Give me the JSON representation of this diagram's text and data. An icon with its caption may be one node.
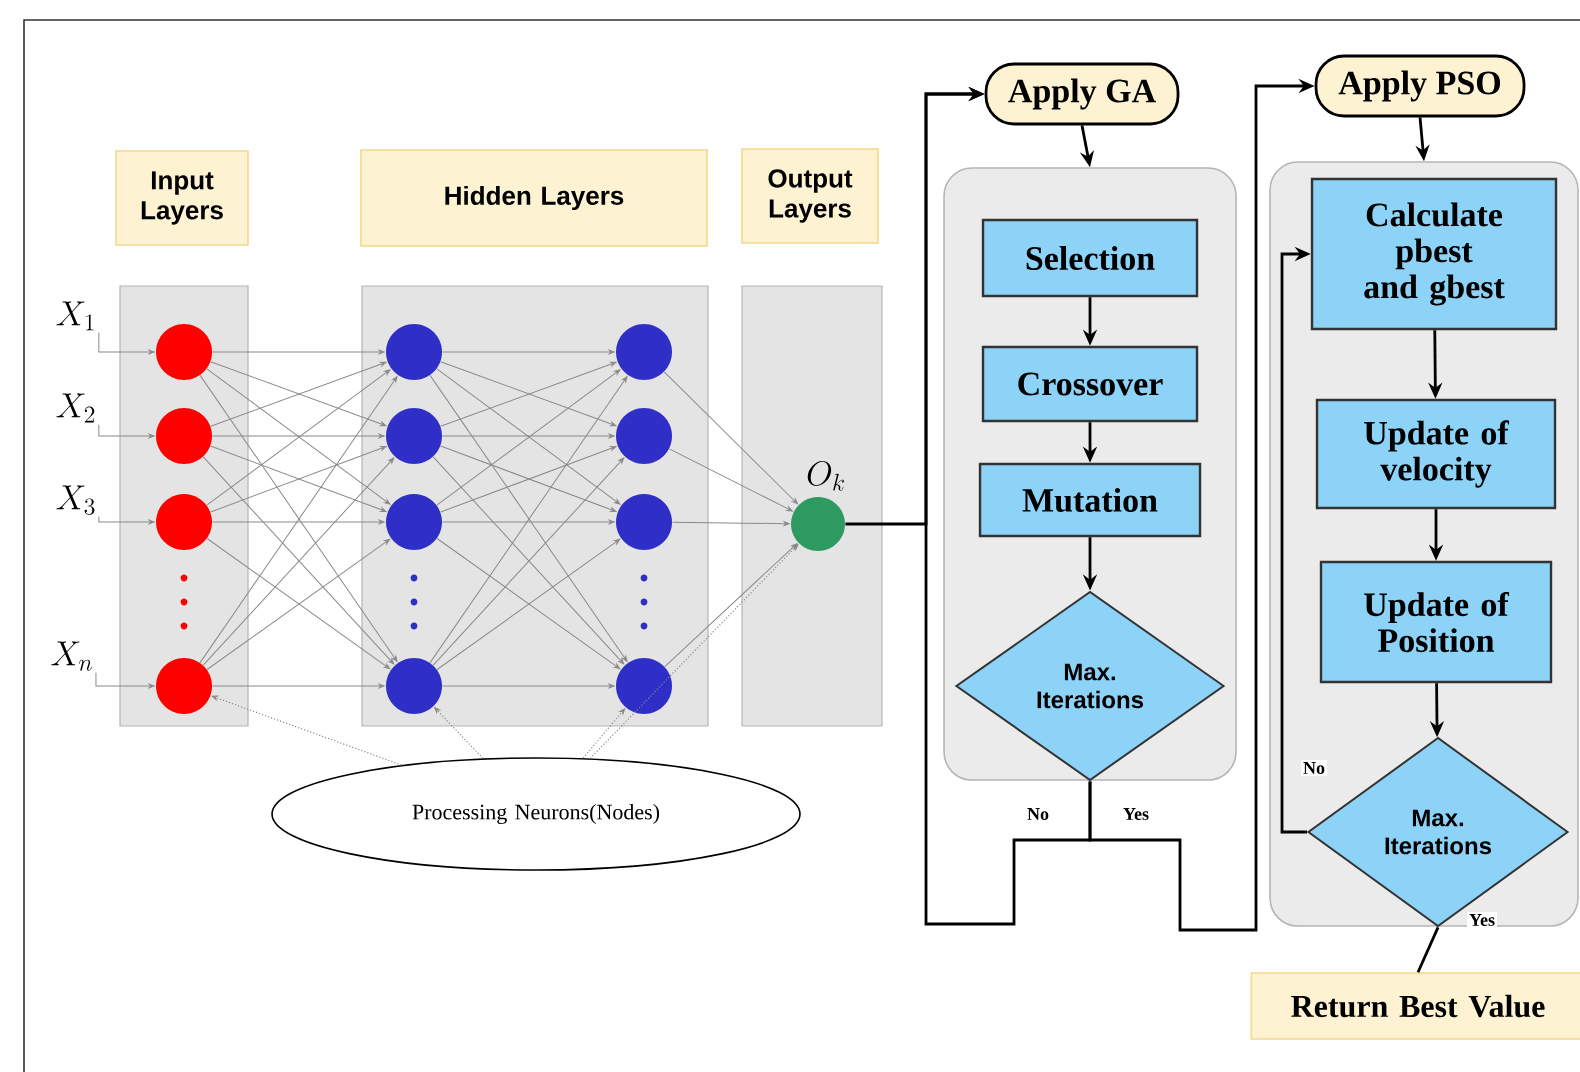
{
  "diagram": {
    "nodes": [
      {
        "text": [
          "Input Layers"
        ]
      },
      {
        "text": [
          "Hidden Layers"
        ]
      },
      {
        "text": [
          "Output Layers"
        ]
      },
      {
        "text": [],
        "shape": "box"
      },
      {
        "text": [],
        "shape": "box"
      },
      {
        "text": [],
        "shape": "box"
      },
      {
        "text": [
          "X_1"
        ]
      },
      {
        "text": [
          "X_2"
        ]
      },
      {
        "text": [
          "X_3"
        ]
      },
      {
        "text": [
          "X_n"
        ]
      },
      {
        "text": [],
        "shape": "circle",
        "in": 3
      },
      {
        "text": [],
        "shape": "circle",
        "in": 3
      },
      {
        "text": [],
        "shape": "circle",
        "in": 3
      },
      {
        "text": [],
        "shape": "circle",
        "in": 3
      },
      {
        "text": [],
        "shape": "circle",
        "in": 4
      },
      {
        "text": [],
        "shape": "circle",
        "in": 4
      },
      {
        "text": [],
        "shape": "circle",
        "in": 4
      },
      {
        "text": [],
        "shape": "circle",
        "in": 4
      },
      {
        "text": [],
        "shape": "circle",
        "in": 4
      },
      {
        "text": [],
        "shape": "circle",
        "in": 4
      },
      {
        "text": [],
        "shape": "circle",
        "in": 4
      },
      {
        "text": [],
        "shape": "circle",
        "in": 4
      },
      {
        "text": [],
        "shape": "circle",
        "in": 5,
        "beside": [
          "O_k"
        ]
      },
      {
        "text": [
          "Processing Neurons(Nodes)"
        ]
      },
      {
        "text": [
          "Apply GA"
        ]
      },
      {
        "text": [],
        "shape": "box"
      },
      {
        "text": [
          "Selection"
        ],
        "in": 25
      },
      {
        "text": [
          "Crossover"
        ],
        "in": 25
      },
      {
        "text": [
          "Mutation"
        ],
        "in": 25
      },
      {
        "text": [
          "Max. Iterations"
        ],
        "in": 25
      },
      {
        "text": [
          "Apply PSO"
        ]
      },
      {
        "text": [],
        "shape": "box"
      },
      {
        "text": [
          "Calculate pbest and gbest"
        ],
        "in": 31
      },
      {
        "text": [
          "Update of velocity"
        ],
        "in": 31
      },
      {
        "text": [
          "Update of Position"
        ],
        "in": 31
      },
      {
        "text": [
          "Max. Iterations"
        ],
        "in": 31
      },
      {
        "text": [
          "Return Best Value"
        ]
      }
    ],
    "edges": [
      {
        "from": 6,
        "to": 10,
        "arrow": "to"
      },
      {
        "from": 7,
        "to": 11,
        "arrow": "to"
      },
      {
        "from": 8,
        "to": 12,
        "arrow": "to"
      },
      {
        "from": 9,
        "to": 13,
        "arrow": "to"
      },
      {
        "from": 10,
        "to": 14,
        "arrow": "to"
      },
      {
        "from": 10,
        "to": 15,
        "arrow": "to"
      },
      {
        "from": 10,
        "to": 16,
        "arrow": "to"
      },
      {
        "from": 10,
        "to": 17,
        "arrow": "to"
      },
      {
        "from": 11,
        "to": 14,
        "arrow": "to"
      },
      {
        "from": 11,
        "to": 15,
        "arrow": "to"
      },
      {
        "from": 11,
        "to": 16,
        "arrow": "to"
      },
      {
        "from": 11,
        "to": 17,
        "arrow": "to"
      },
      {
        "from": 12,
        "to": 14,
        "arrow": "to"
      },
      {
        "from": 12,
        "to": 15,
        "arrow": "to"
      },
      {
        "from": 12,
        "to": 16,
        "arrow": "to"
      },
      {
        "from": 12,
        "to": 17,
        "arrow": "to"
      },
      {
        "from": 13,
        "to": 14,
        "arrow": "to"
      },
      {
        "from": 13,
        "to": 15,
        "arrow": "to"
      },
      {
        "from": 13,
        "to": 16,
        "arrow": "to"
      },
      {
        "from": 13,
        "to": 17,
        "arrow": "to"
      },
      {
        "from": 14,
        "to": 18,
        "arrow": "to"
      },
      {
        "from": 14,
        "to": 19,
        "arrow": "to"
      },
      {
        "from": 14,
        "to": 20,
        "arrow": "to"
      },
      {
        "from": 14,
        "to": 21,
        "arrow": "to"
      },
      {
        "from": 15,
        "to": 18,
        "arrow": "to"
      },
      {
        "from": 15,
        "to": 19,
        "arrow": "to"
      },
      {
        "from": 15,
        "to": 20,
        "arrow": "to"
      },
      {
        "from": 15,
        "to": 21,
        "arrow": "to"
      },
      {
        "from": 16,
        "to": 18,
        "arrow": "to"
      },
      {
        "from": 16,
        "to": 19,
        "arrow": "to"
      },
      {
        "from": 16,
        "to": 20,
        "arrow": "to"
      },
      {
        "from": 16,
        "to": 21,
        "arrow": "to"
      },
      {
        "from": 17,
        "to": 18,
        "arrow": "to"
      },
      {
        "from": 17,
        "to": 19,
        "arrow": "to"
      },
      {
        "from": 17,
        "to": 20,
        "arrow": "to"
      },
      {
        "from": 17,
        "to": 21,
        "arrow": "to"
      },
      {
        "from": 18,
        "to": 22,
        "arrow": "to"
      },
      {
        "from": 19,
        "to": 22,
        "arrow": "to"
      },
      {
        "from": 20,
        "to": 22,
        "arrow": "to"
      },
      {
        "from": 21,
        "to": 22,
        "arrow": "to"
      },
      {
        "from": 23,
        "to": 13,
        "arrow": "to",
        "style": "dashed"
      },
      {
        "from": 23,
        "to": 17,
        "arrow": "to",
        "style": "dashed"
      },
      {
        "from": 23,
        "to": 21,
        "arrow": "to",
        "style": "dashed"
      },
      {
        "from": 23,
        "to": 22,
        "arrow": "to",
        "style": "dashed"
      },
      {
        "from": 22,
        "to": 24,
        "arrow": "to",
        "color": "#000000"
      },
      {
        "from": 24,
        "to": 25,
        "arrow": "to",
        "color": "#000000"
      },
      {
        "from": 26,
        "to": 27,
        "arrow": "to",
        "color": "#000000"
      },
      {
        "from": 27,
        "to": 28,
        "arrow": "to",
        "color": "#000000"
      },
      {
        "from": 28,
        "to": 29,
        "arrow": "to",
        "color": "#000000"
      },
      {
        "from": 29,
        "to": 24,
        "label": "No",
        "arrow": "to",
        "color": "#000000"
      },
      {
        "from": 29,
        "to": 30,
        "label": "Yes",
        "arrow": "to",
        "color": "#000000"
      },
      {
        "from": 30,
        "to": 31,
        "arrow": "to",
        "color": "#000000"
      },
      {
        "from": 32,
        "to": 33,
        "arrow": "to",
        "color": "#000000"
      },
      {
        "from": 33,
        "to": 34,
        "arrow": "to",
        "color": "#000000"
      },
      {
        "from": 34,
        "to": 35,
        "arrow": "to",
        "color": "#000000"
      },
      {
        "from": 35,
        "to": 32,
        "label": "No",
        "arrow": "to",
        "color": "#000000"
      },
      {
        "from": 35,
        "to": 36,
        "label": "Yes",
        "arrow": "none",
        "color": "#000000"
      }
    ]
  }
}
